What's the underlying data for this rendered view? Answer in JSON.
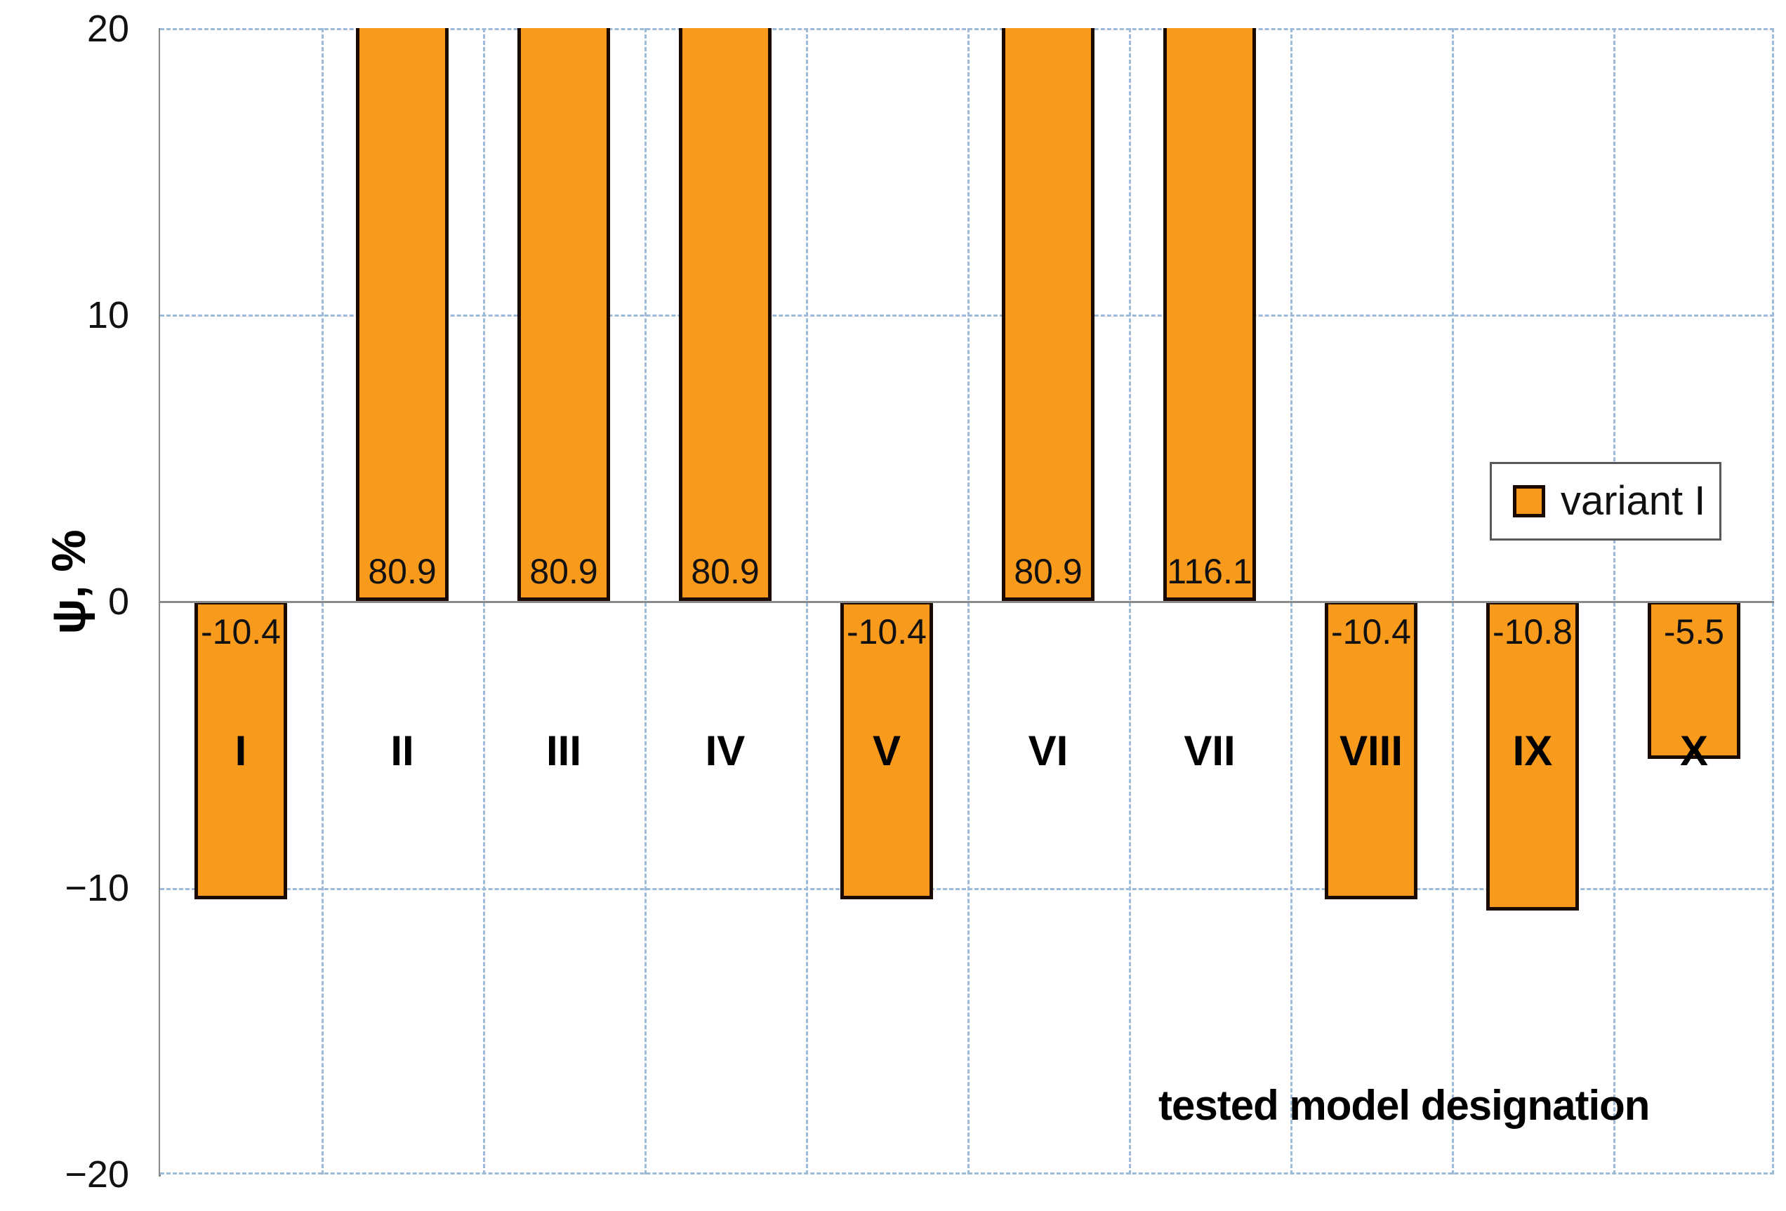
{
  "chart_data": {
    "type": "bar",
    "title": "",
    "xlabel": "tested model designation",
    "ylabel": "ψ, %",
    "categories": [
      "I",
      "II",
      "III",
      "IV",
      "V",
      "VI",
      "VII",
      "VIII",
      "IX",
      "X"
    ],
    "series": [
      {
        "name": "variant I",
        "color": "#F89A1C",
        "values": [
          -10.4,
          80.9,
          80.9,
          80.9,
          -10.4,
          80.9,
          116.1,
          -10.4,
          -10.8,
          -5.5
        ],
        "value_labels": [
          "-10.4",
          "80.9",
          "80.9",
          "80.9",
          "-10.4",
          "80.9",
          "116.1",
          "-10.4",
          "-10.8",
          "-5.5"
        ]
      }
    ],
    "ylim": [
      -20,
      20
    ],
    "yticks": [
      20,
      10,
      0,
      -10,
      -20
    ],
    "ytick_labels": [
      "20",
      "10",
      "0",
      "−10",
      "−20"
    ],
    "grid": true,
    "grid_color": "#9dbbd8",
    "zero_line_color": "#8a8a8a",
    "legend": {
      "position": "upper-right",
      "entries": [
        {
          "label": "variant I",
          "color": "#F89A1C"
        }
      ]
    },
    "notes": "Bars for categories II, III, IV, VI and VII exceed the plotted y-axis maximum of 20 and are clipped at the top of the plot area; their values are printed inside the bar just above the zero line."
  }
}
